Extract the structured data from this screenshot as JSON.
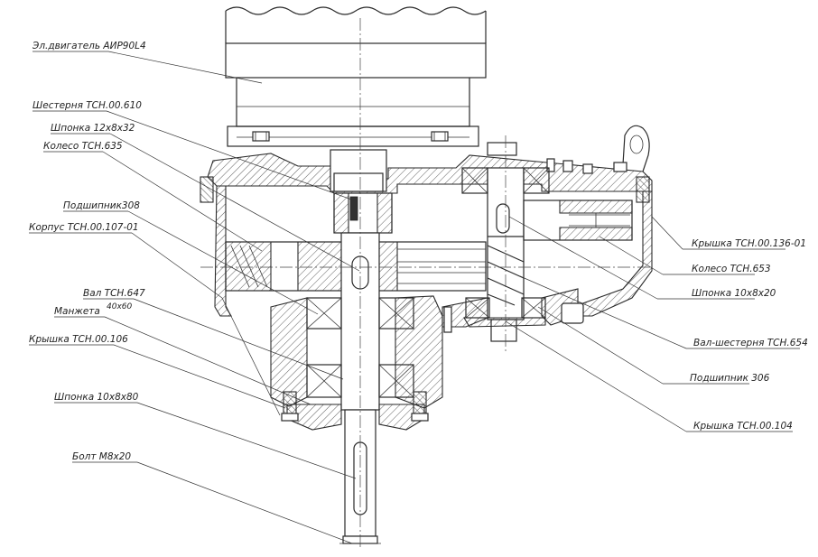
{
  "labels": {
    "motor": "Эл.двигатель АИР90L4",
    "pinion610": "Шестерня ТСН.00.610",
    "key12": "Шпонка 12х8х32",
    "wheel635": "Колесо ТСН.635",
    "bearing308": "Подшипник308",
    "housing": "Корпус ТСН.00.107-01",
    "shaft647": "Вал ТСН.647",
    "seal": "Манжета",
    "seal_size": "40х60",
    "cover106": "Крышка ТСН.00.106",
    "key10x80": "Шпонка 10х8х80",
    "bolt": "Болт М8х20",
    "cover136": "Крышка ТСН.00.136-01",
    "wheel653": "Колесо ТСН.653",
    "key10x20": "Шпонка 10х8х20",
    "pinionshaft654": "Вал-шестерня ТСН.654",
    "bearing306": "Подшипник 306",
    "cover104": "Крышка ТСН.00.104"
  }
}
